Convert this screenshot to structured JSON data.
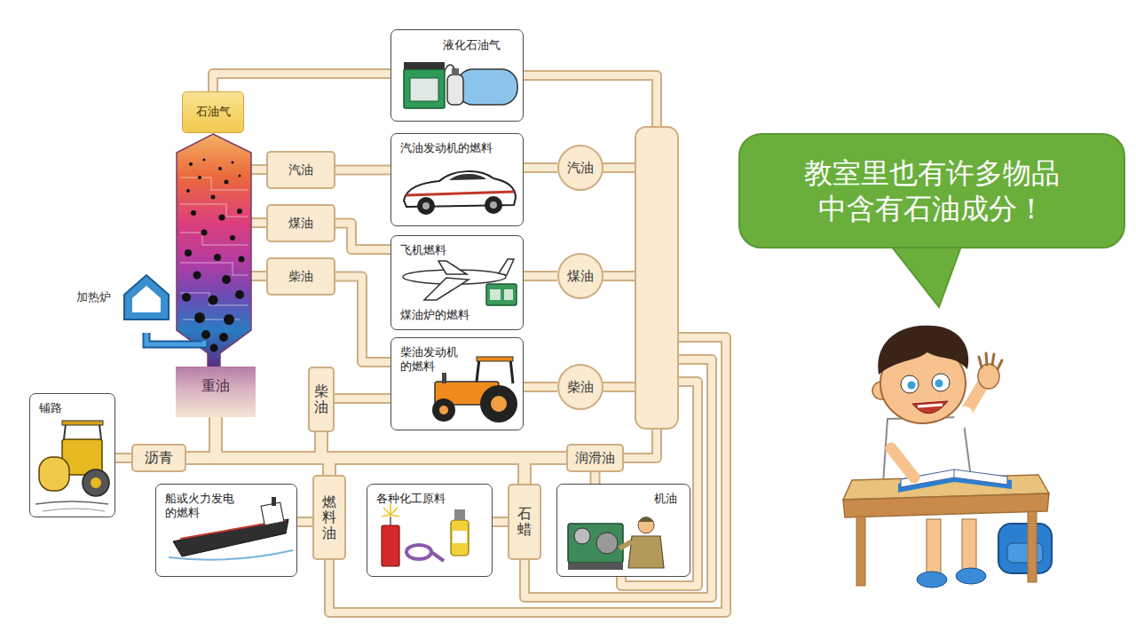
{
  "diagram": {
    "nodes": [
      {
        "text": [
          "液化石油气"
        ]
      },
      {
        "text": [
          "石油气"
        ]
      },
      {
        "text": [
          "汽油"
        ]
      },
      {
        "text": [
          "汽油发动机的燃料"
        ]
      },
      {
        "text": [
          "汽油"
        ]
      },
      {
        "text": [
          "教室里也有许多物品 中含有石油成分！"
        ]
      },
      {
        "text": [
          "煤油"
        ]
      },
      {
        "text": [
          "飞机燃料",
          "煤油炉的燃料"
        ]
      },
      {
        "text": [
          "煤油"
        ]
      },
      {
        "text": [
          "柴油"
        ]
      },
      {
        "text": [
          "柴油发动机 的燃料"
        ]
      },
      {
        "text": [
          "柴油"
        ]
      },
      {
        "text": [
          "柴油"
        ]
      },
      {
        "text": [
          "重油"
        ]
      },
      {
        "text": [
          "铺路"
        ]
      },
      {
        "text": [
          "沥青"
        ]
      },
      {
        "text": [
          "润滑油"
        ]
      },
      {
        "text": [
          "船或火力发电 的燃料"
        ]
      },
      {
        "text": [
          "燃料油"
        ]
      },
      {
        "text": [
          "各种化工原料"
        ]
      },
      {
        "text": [
          "石蜡"
        ]
      },
      {
        "text": [
          "机油"
        ]
      }
    ],
    "edges": [
      {
        "from": 1,
        "to": 0,
        "arrow": "none"
      },
      {
        "from": 2,
        "to": 3,
        "arrow": "none"
      },
      {
        "from": 6,
        "to": 7,
        "arrow": "none"
      },
      {
        "from": 9,
        "to": 10,
        "arrow": "none"
      },
      {
        "from": 3,
        "to": 4,
        "arrow": "none"
      },
      {
        "from": 7,
        "to": 8,
        "arrow": "none"
      },
      {
        "from": 10,
        "to": 12,
        "arrow": "none"
      },
      {
        "from": 13,
        "to": 15,
        "arrow": "none"
      },
      {
        "from": 13,
        "to": 11,
        "arrow": "none"
      },
      {
        "from": 13,
        "to": 18,
        "arrow": "none"
      },
      {
        "from": 13,
        "to": 20,
        "arrow": "none"
      },
      {
        "from": 13,
        "to": 16,
        "arrow": "none"
      },
      {
        "from": 15,
        "to": 14,
        "arrow": "none"
      },
      {
        "from": 11,
        "to": 10,
        "arrow": "none"
      },
      {
        "from": 18,
        "to": 17,
        "arrow": "none"
      },
      {
        "from": 20,
        "to": 19,
        "arrow": "none"
      },
      {
        "from": 16,
        "to": 21,
        "arrow": "none"
      }
    ],
    "labels": [
      "加热炉"
    ]
  }
}
